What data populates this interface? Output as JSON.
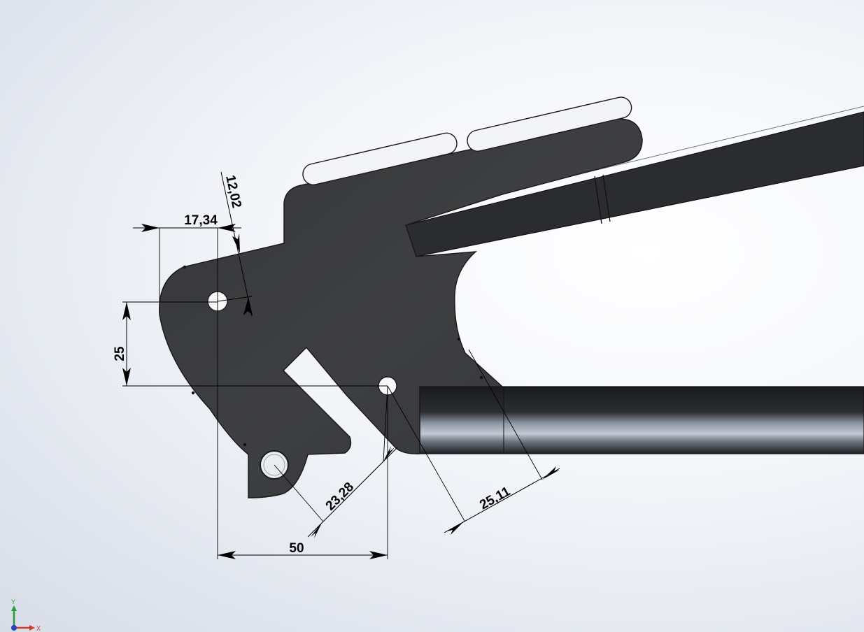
{
  "dimensions": {
    "d_17_34": "17,34",
    "d_12_02": "12,02",
    "d_25": "25",
    "d_23_28": "23,28",
    "d_25_11": "25,11",
    "d_50": "50"
  },
  "triad": {
    "y_label": "Y",
    "x_label": "X"
  },
  "colors": {
    "plate": "#3b3b3d",
    "tube_dark": "#1e1f22",
    "tube_light": "#b8c0cc",
    "dimension": "#000000",
    "triad_y": "#2a9d3a",
    "triad_x": "#d23a2a",
    "triad_z": "#2c3fbf"
  }
}
